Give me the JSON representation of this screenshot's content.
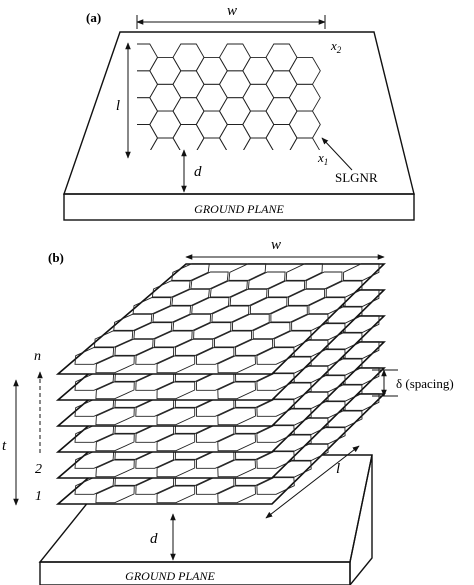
{
  "panel_a": {
    "label": "(a)",
    "width_label": "w",
    "length_label": "l",
    "height_label": "d",
    "x2_label": "x",
    "x2_sub": "2",
    "x1_label": "x",
    "x1_sub": "1",
    "ribbon_label": "SLGNR",
    "ground_label": "GROUND PLANE"
  },
  "panel_b": {
    "label": "(b)",
    "width_label": "w",
    "length_label": "l",
    "height_label": "d",
    "thickness_label": "t",
    "spacing_label": "δ (spacing)",
    "layer_top_label": "n",
    "layer_2_label": "2",
    "layer_1_label": "1",
    "ground_label": "GROUND PLANE",
    "layer_count_drawn": 6
  }
}
